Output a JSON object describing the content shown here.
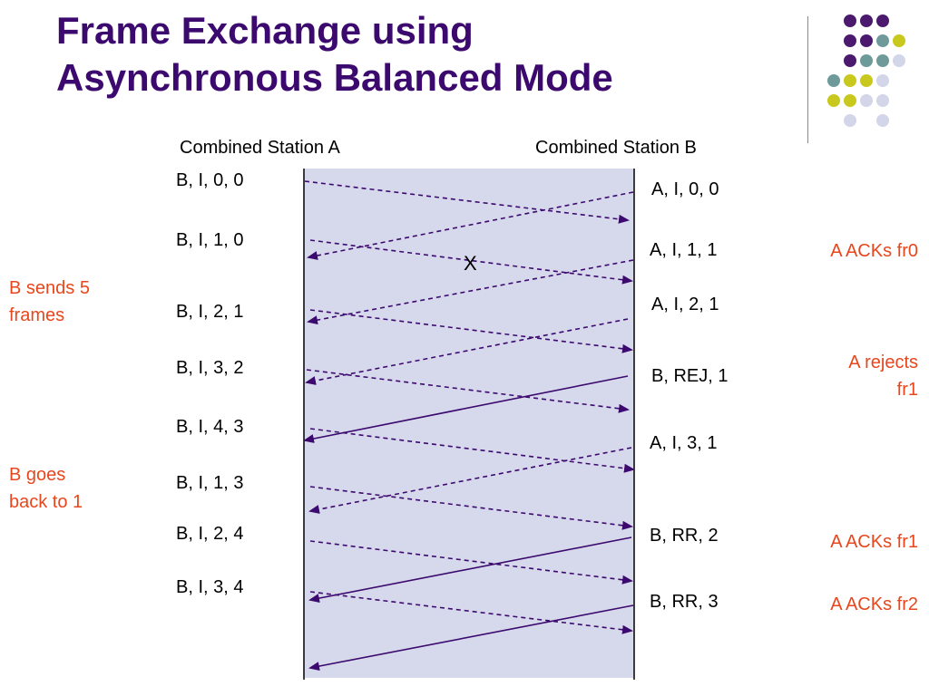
{
  "title": {
    "line1": "Frame Exchange using",
    "line2": "Asynchronous Balanced Mode"
  },
  "stations": {
    "a": "Combined Station A",
    "b": "Combined Station B"
  },
  "colors": {
    "title": "#3c0a6e",
    "arrow": "#3c0a6e",
    "note": "#e8461c",
    "band": "#d6d8ec"
  },
  "left_frames": [
    "B, I, 0, 0",
    "B, I, 1, 0",
    "B, I, 2, 1",
    "B, I, 3, 2",
    "B, I, 4, 3",
    "B, I, 1, 3",
    "B, I, 2, 4",
    "B, I, 3, 4"
  ],
  "right_frames": [
    "A, I, 0, 0",
    "A, I, 1, 1",
    "A, I, 2, 1",
    "B, REJ, 1",
    "A, I, 3, 1",
    "B, RR, 2",
    "B, RR, 3"
  ],
  "lost_marker": "X",
  "notes": {
    "b_sends": [
      "B sends 5",
      "frames"
    ],
    "b_goes_back": [
      "B goes",
      "back to 1"
    ],
    "a_acks_fr0": "A ACKs fr0",
    "a_rejects": [
      "A rejects",
      "fr1"
    ],
    "a_acks_fr1": "A ACKs fr1",
    "a_acks_fr2": "A ACKs fr2"
  },
  "decoration": {
    "dot_colors": {
      "purple": "#4b1a6e",
      "teal": "#6f9a9a",
      "yellow": "#c9c81e",
      "lavender": "#d3d5e8"
    },
    "dot_rows": [
      [
        "",
        "purple",
        "purple",
        "purple",
        ""
      ],
      [
        "",
        "purple",
        "purple",
        "teal",
        "yellow"
      ],
      [
        "",
        "purple",
        "teal",
        "teal",
        "lavender"
      ],
      [
        "teal",
        "yellow",
        "yellow",
        "lavender",
        ""
      ],
      [
        "yellow",
        "yellow",
        "lavender",
        "lavender",
        ""
      ],
      [
        "",
        "lavender",
        "",
        "lavender",
        ""
      ]
    ]
  }
}
